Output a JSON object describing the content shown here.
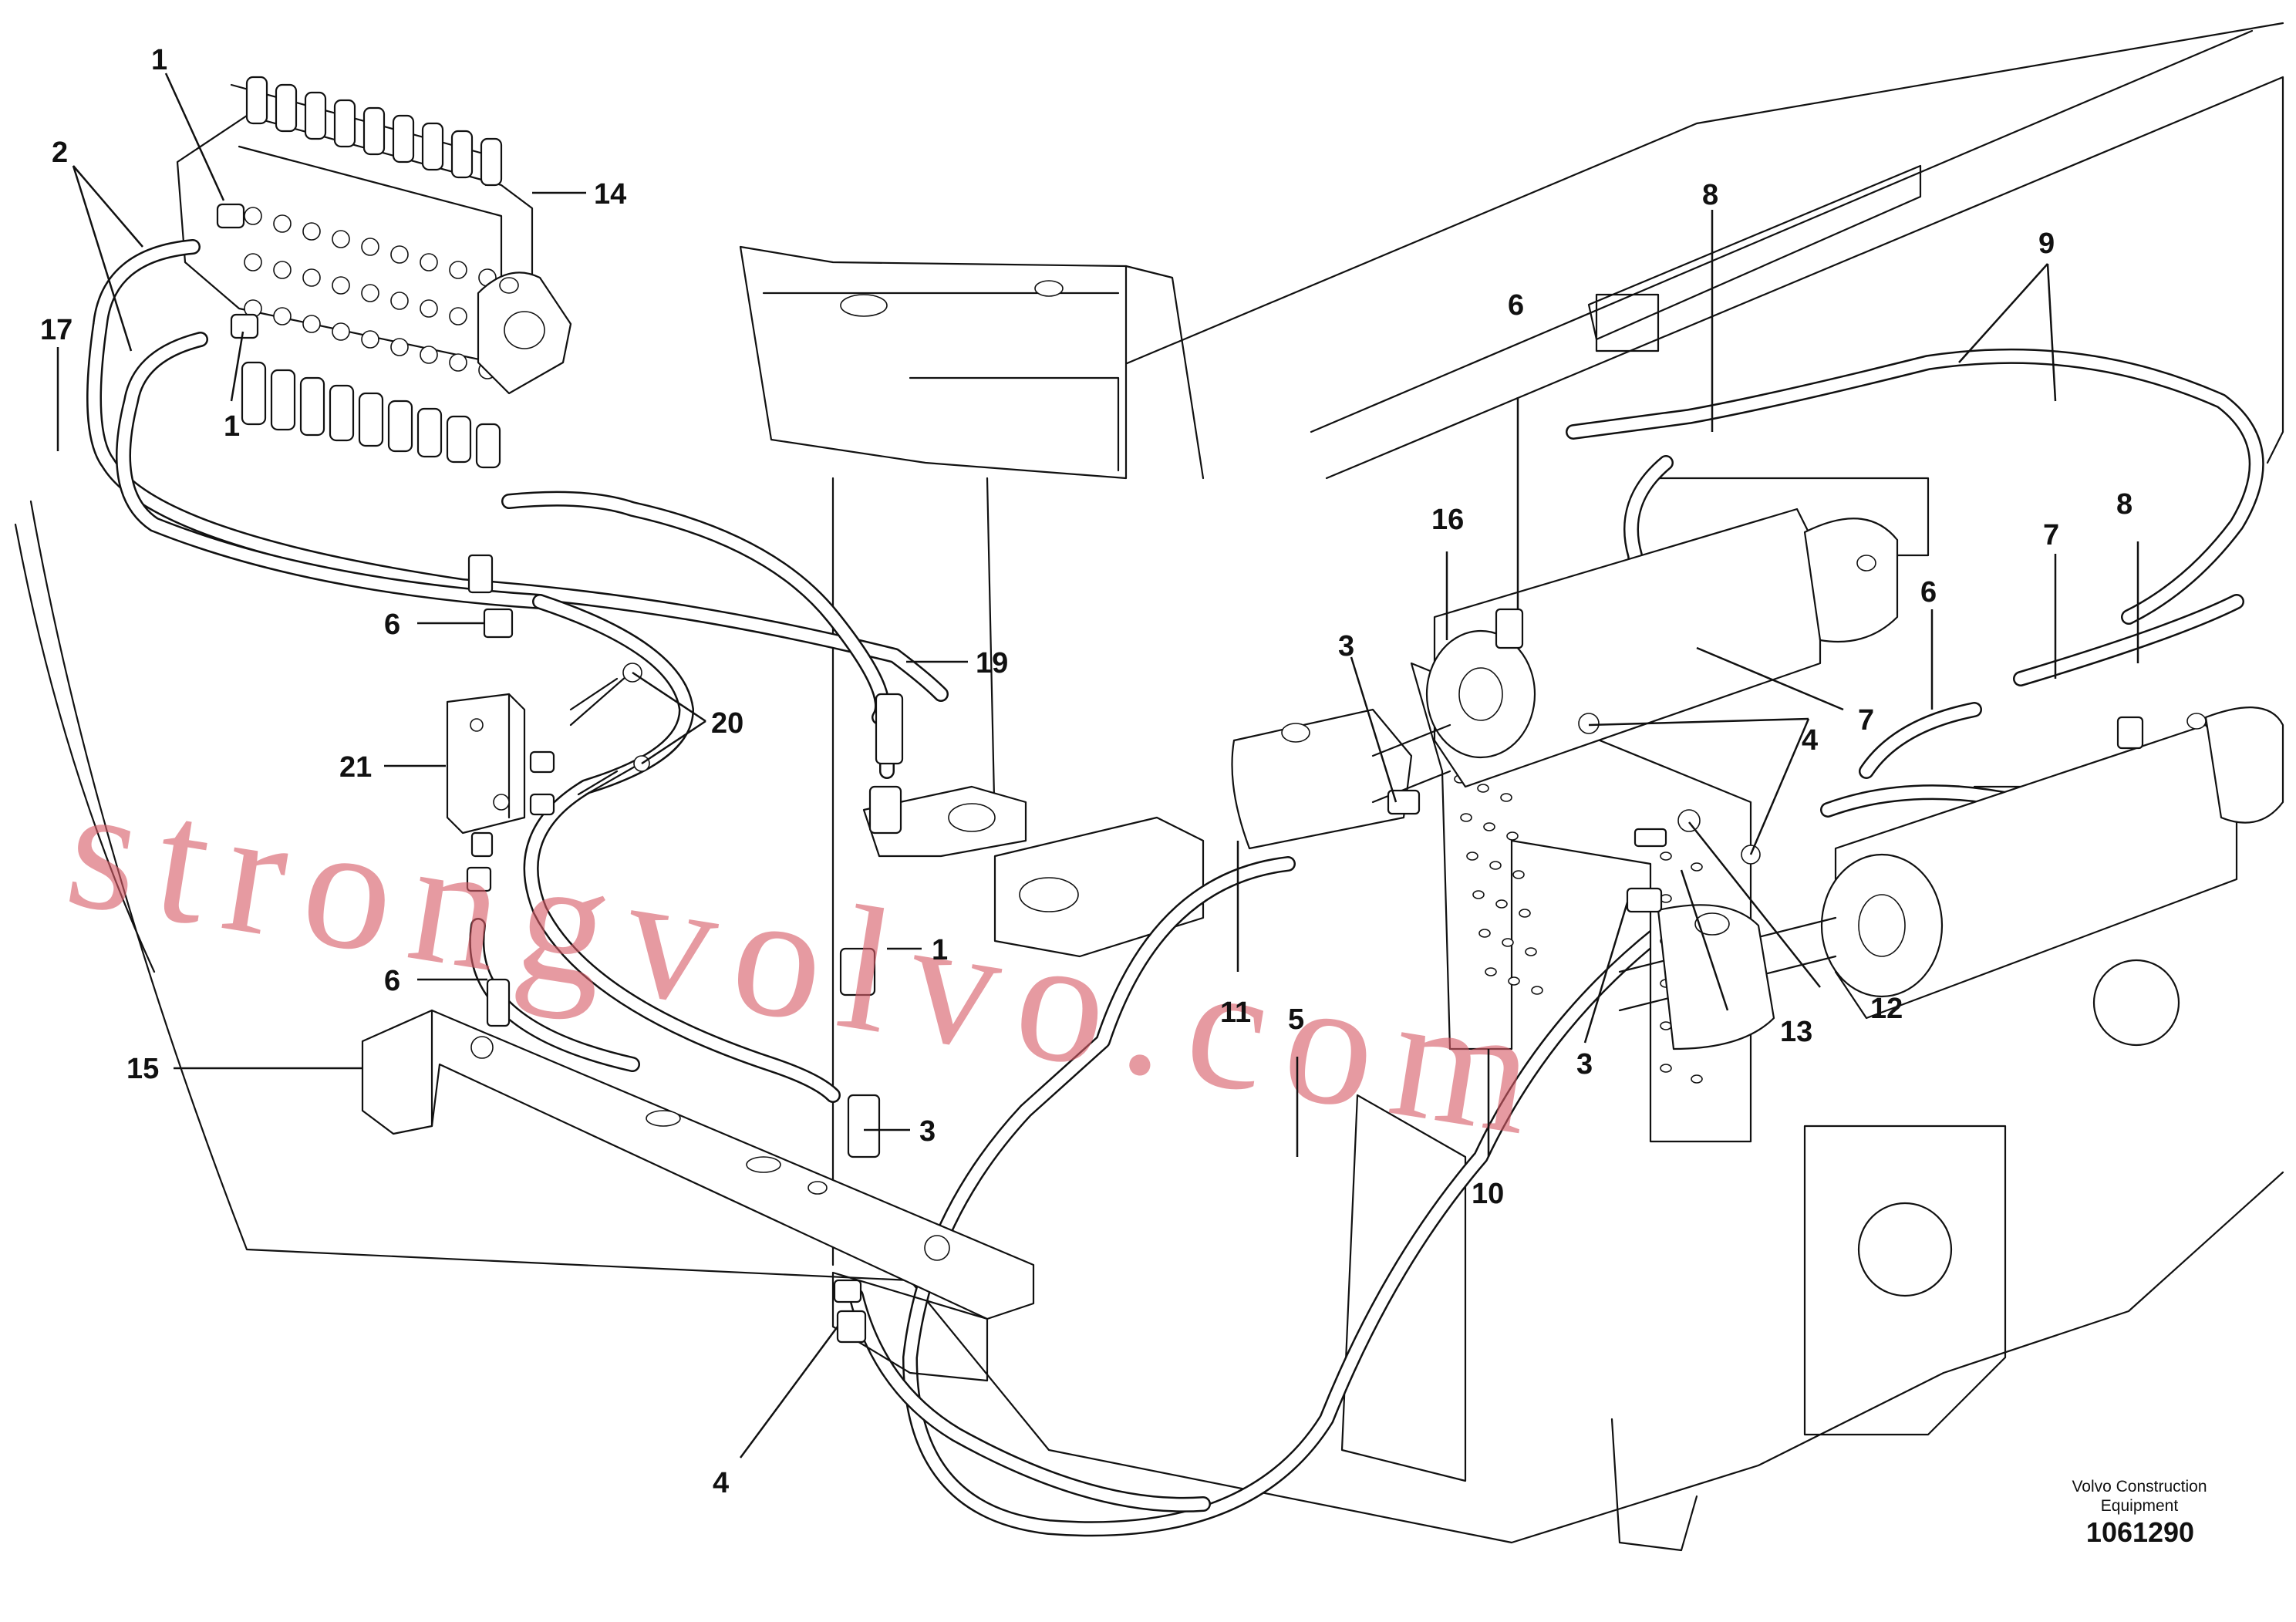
{
  "figure": {
    "brand": "Volvo Construction Equipment",
    "figure_number": "1061290",
    "watermark": "strongvolvo.com"
  },
  "callouts": [
    {
      "id": "c1a",
      "label": "1"
    },
    {
      "id": "c1b",
      "label": "1"
    },
    {
      "id": "c1c",
      "label": "1"
    },
    {
      "id": "c2",
      "label": "2"
    },
    {
      "id": "c17",
      "label": "17"
    },
    {
      "id": "c14",
      "label": "14"
    },
    {
      "id": "c19",
      "label": "19"
    },
    {
      "id": "c20",
      "label": "20"
    },
    {
      "id": "c21",
      "label": "21"
    },
    {
      "id": "c6a",
      "label": "6"
    },
    {
      "id": "c6b",
      "label": "6"
    },
    {
      "id": "c6c",
      "label": "6"
    },
    {
      "id": "c6d",
      "label": "6"
    },
    {
      "id": "c15",
      "label": "15"
    },
    {
      "id": "c3a",
      "label": "3"
    },
    {
      "id": "c3b",
      "label": "3"
    },
    {
      "id": "c3c",
      "label": "3"
    },
    {
      "id": "c4a",
      "label": "4"
    },
    {
      "id": "c4b",
      "label": "4"
    },
    {
      "id": "c5",
      "label": "5"
    },
    {
      "id": "c11",
      "label": "11"
    },
    {
      "id": "c10",
      "label": "10"
    },
    {
      "id": "c16",
      "label": "16"
    },
    {
      "id": "c8a",
      "label": "8"
    },
    {
      "id": "c8b",
      "label": "8"
    },
    {
      "id": "c9",
      "label": "9"
    },
    {
      "id": "c7a",
      "label": "7"
    },
    {
      "id": "c7b",
      "label": "7"
    },
    {
      "id": "c12",
      "label": "12"
    },
    {
      "id": "c13",
      "label": "13"
    }
  ]
}
